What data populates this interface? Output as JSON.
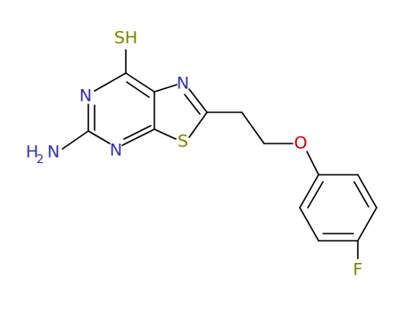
{
  "molecule": {
    "atom_labels": {
      "thiol": "SH",
      "pyrimidine_n_upper": "N",
      "pyrimidine_n_lower": "N",
      "thiazole_n": "N",
      "thiazole_s": "S",
      "amine_h": "H",
      "amine_h_count": "2",
      "amine_n": "N",
      "ether_o": "O",
      "fluorine": "F"
    },
    "colors": {
      "bond": "#000000",
      "nitrogen": "#3333aa",
      "sulfur": "#808000",
      "oxygen": "#cc0000",
      "fluorine": "#808000",
      "thiol": "#808000"
    }
  }
}
